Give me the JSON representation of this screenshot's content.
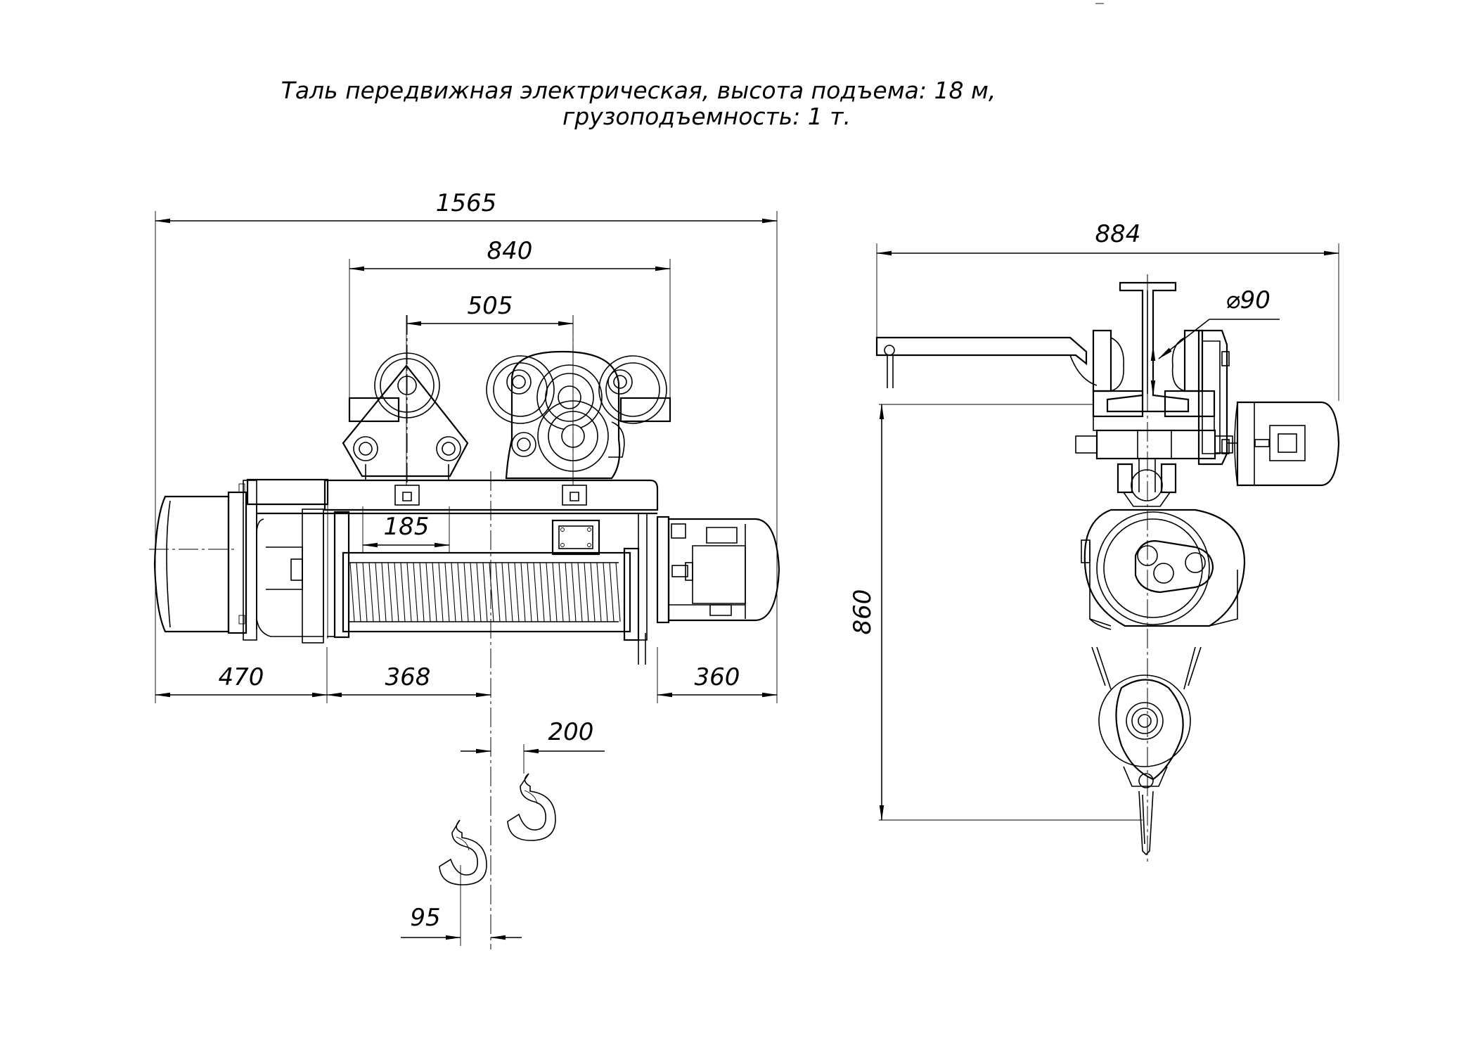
{
  "title": {
    "line1": "Таль передвижная электрическая, высота подъема: 18 м,",
    "line2": "грузоподъемность: 1 т."
  },
  "dimensions": {
    "overall_length": "1565",
    "wheelbase": "840",
    "wheel_pair": "505",
    "bolt_spacing": "185",
    "left_block": "470",
    "drum_offset": "368",
    "right_block": "360",
    "hook_offset": "200",
    "hook_offset_small": "95",
    "overall_width": "884",
    "beam_diameter": "⌀90",
    "height": "860"
  }
}
